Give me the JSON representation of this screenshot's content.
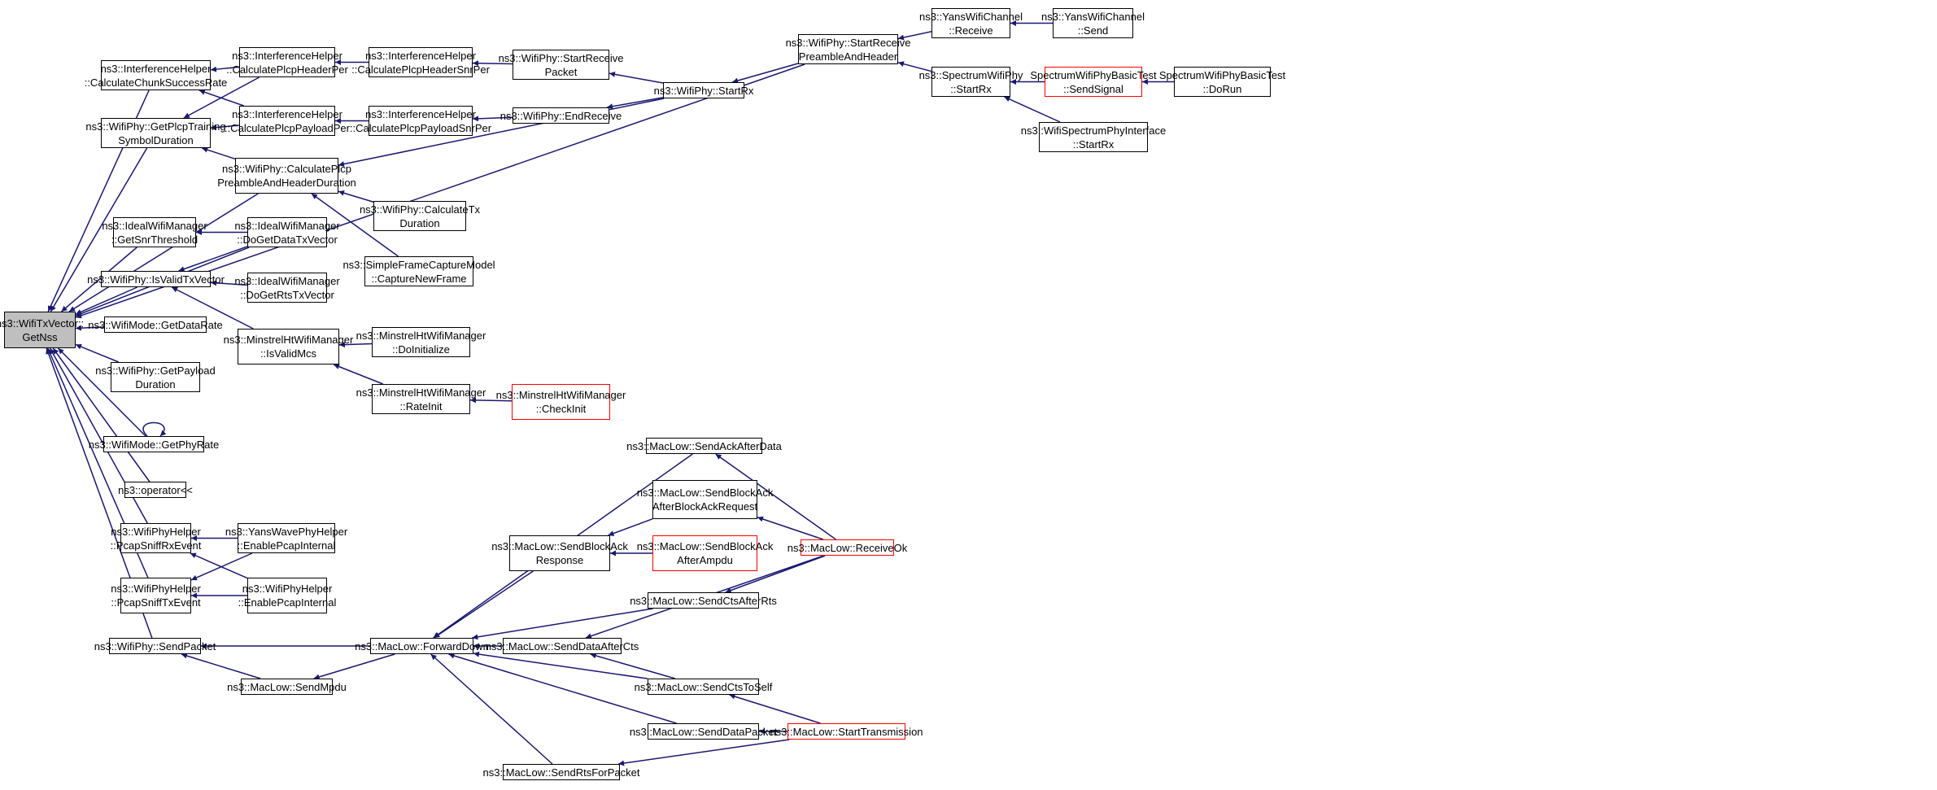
{
  "nodes": {
    "root": [
      "ns3::WifiTxVector::",
      "GetNss"
    ],
    "ih_ccsr": [
      "ns3::InterferenceHelper",
      "::CalculateChunkSuccessRate"
    ],
    "ih_cphp": [
      "ns3::InterferenceHelper",
      "::CalculatePlcpHeaderPer"
    ],
    "ih_cphsp": [
      "ns3::InterferenceHelper",
      "::CalculatePlcpHeaderSnrPer"
    ],
    "wp_sreceive": [
      "ns3::WifiPhy::StartReceive",
      "Packet"
    ],
    "wp_srpah": [
      "ns3::WifiPhy::StartReceive",
      "PreambleAndHeader"
    ],
    "ywc_receive": [
      "ns3::YansWifiChannel",
      "::Receive"
    ],
    "ywc_send": [
      "ns3::YansWifiChannel",
      "::Send"
    ],
    "wp_gptsd": [
      "ns3::WifiPhy::GetPlcpTraining",
      "SymbolDuration"
    ],
    "ih_cppp": [
      "ns3::InterferenceHelper",
      "::CalculatePlcpPayloadPer"
    ],
    "ih_cppsp": [
      "ns3::InterferenceHelper",
      "::CalculatePlcpPayloadSnrPer"
    ],
    "wp_endreceive": [
      "ns3::WifiPhy::EndReceive"
    ],
    "wp_startrx": [
      "ns3::WifiPhy::StartRx"
    ],
    "swp_startrx": [
      "ns3::SpectrumWifiPhy",
      "::StartRx"
    ],
    "swpbt_sendsignal": [
      "SpectrumWifiPhyBasicTest",
      "::SendSignal"
    ],
    "swpbt_dorun": [
      "SpectrumWifiPhyBasicTest",
      "::DoRun"
    ],
    "wspi_startrx": [
      "ns3::WifiSpectrumPhyInterface",
      "::StartRx"
    ],
    "wp_cppahd": [
      "ns3::WifiPhy::CalculatePlcp",
      "PreambleAndHeaderDuration"
    ],
    "iwm_gst": [
      "ns3::IdealWifiManager",
      "::GetSnrThreshold"
    ],
    "iwm_dgdtv": [
      "ns3::IdealWifiManager",
      "::DoGetDataTxVector"
    ],
    "wp_ctd": [
      "ns3::WifiPhy::CalculateTx",
      "Duration"
    ],
    "sfcm_cnf": [
      "ns3::SimpleFrameCaptureModel",
      "::CaptureNewFrame"
    ],
    "wp_ivtv": [
      "ns3::WifiPhy::IsValidTxVector"
    ],
    "iwm_dgrtv": [
      "ns3::IdealWifiManager",
      "::DoGetRtsTxVector"
    ],
    "wm_gdr": [
      "ns3::WifiMode::GetDataRate"
    ],
    "mhwm_ivm": [
      "ns3::MinstrelHtWifiManager",
      "::IsValidMcs"
    ],
    "mhwm_doinit": [
      "ns3::MinstrelHtWifiManager",
      "::DoInitialize"
    ],
    "wp_gpd": [
      "ns3::WifiPhy::GetPayload",
      "Duration"
    ],
    "mhwm_rateinit": [
      "ns3::MinstrelHtWifiManager",
      "::RateInit"
    ],
    "mhwm_checkinit": [
      "ns3::MinstrelHtWifiManager",
      "::CheckInit"
    ],
    "wm_gpr": [
      "ns3::WifiMode::GetPhyRate"
    ],
    "op_out": [
      "ns3::operator<<"
    ],
    "ml_saad": [
      "ns3::MacLow::SendAckAfterData"
    ],
    "ml_sbaabar": [
      "ns3::MacLow::SendBlockAck",
      "AfterBlockAckRequest"
    ],
    "wph_psrx": [
      "ns3::WifiPhyHelper",
      "::PcapSniffRxEvent"
    ],
    "ywph_epi": [
      "ns3::YansWavePhyHelper",
      "::EnablePcapInternal"
    ],
    "ml_sbar": [
      "ns3::MacLow::SendBlockAck",
      "Response"
    ],
    "ml_sbaaa": [
      "ns3::MacLow::SendBlockAck",
      "AfterAmpdu"
    ],
    "ml_receiveok": [
      "ns3::MacLow::ReceiveOk"
    ],
    "wph_pstx": [
      "ns3::WifiPhyHelper",
      "::PcapSniffTxEvent"
    ],
    "wph_epi": [
      "ns3::WifiPhyHelper",
      "::EnablePcapInternal"
    ],
    "ml_scar": [
      "ns3::MacLow::SendCtsAfterRts"
    ],
    "wp_sendpacket": [
      "ns3::WifiPhy::SendPacket"
    ],
    "ml_forwarddown": [
      "ns3::MacLow::ForwardDown"
    ],
    "ml_sdac": [
      "ns3::MacLow::SendDataAfterCts"
    ],
    "ml_sendmpdu": [
      "ns3::MacLow::SendMpdu"
    ],
    "ml_scts": [
      "ns3::MacLow::SendCtsToSelf"
    ],
    "ml_sdp": [
      "ns3::MacLow::SendDataPacket"
    ],
    "ml_starttx": [
      "ns3::MacLow::StartTransmission"
    ],
    "ml_srfp": [
      "ns3::MacLow::SendRtsForPacket"
    ]
  },
  "colors": {
    "edge": "#191970",
    "border": "#000000",
    "border_truncated": "#ff0000",
    "root_fill": "#bfbfbf",
    "node_fill": "#ffffff"
  }
}
